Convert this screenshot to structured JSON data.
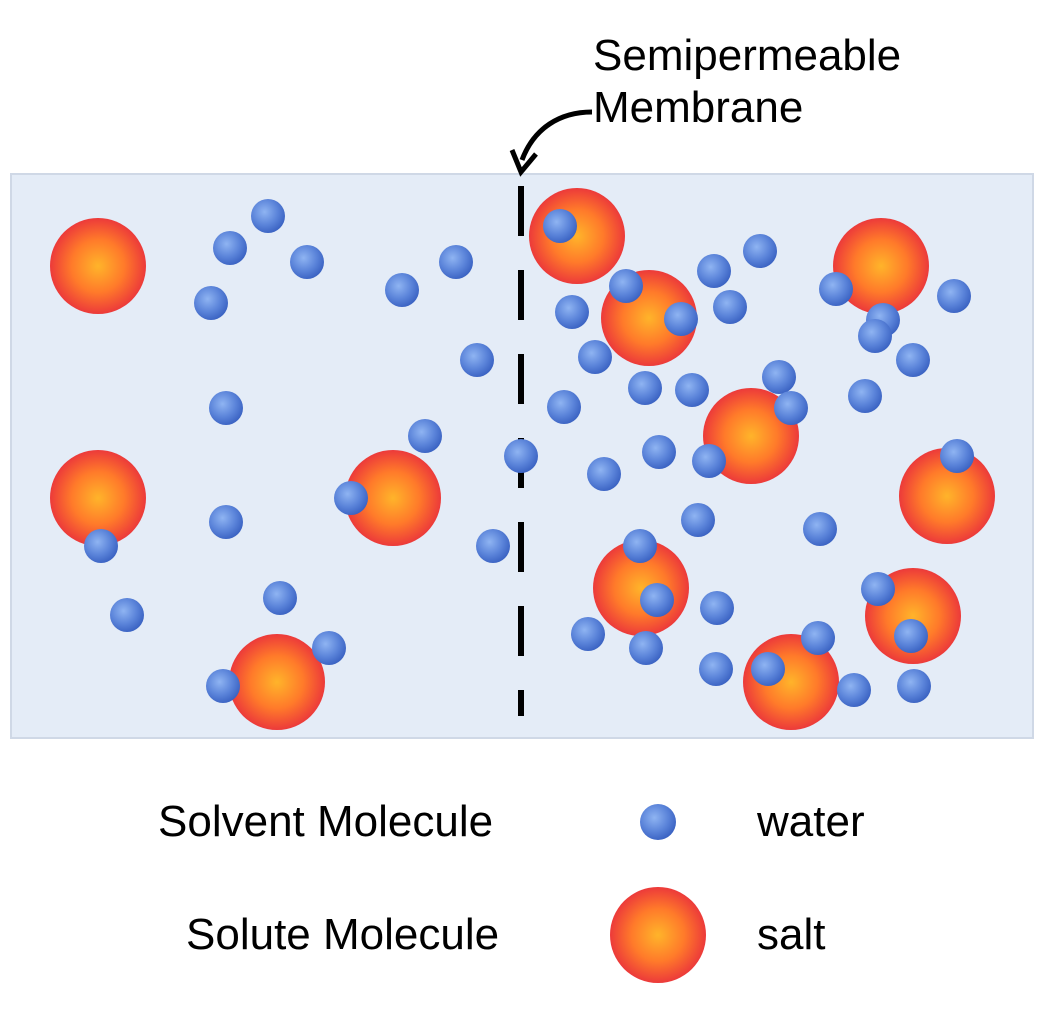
{
  "membrane": {
    "label_line1": "Semipermeable",
    "label_line2": "Membrane"
  },
  "legend": {
    "solvent": {
      "label": "Solvent Molecule",
      "name": "water"
    },
    "solute": {
      "label": "Solute Molecule",
      "name": "salt"
    }
  },
  "colors": {
    "container_fill": "#e4ecf7",
    "container_border": "#cfd8e6",
    "water_light": "#7fa7ee",
    "water_dark": "#3a62c2",
    "salt_center": "#ffb42a",
    "salt_edge": "#ec3a3a"
  }
}
